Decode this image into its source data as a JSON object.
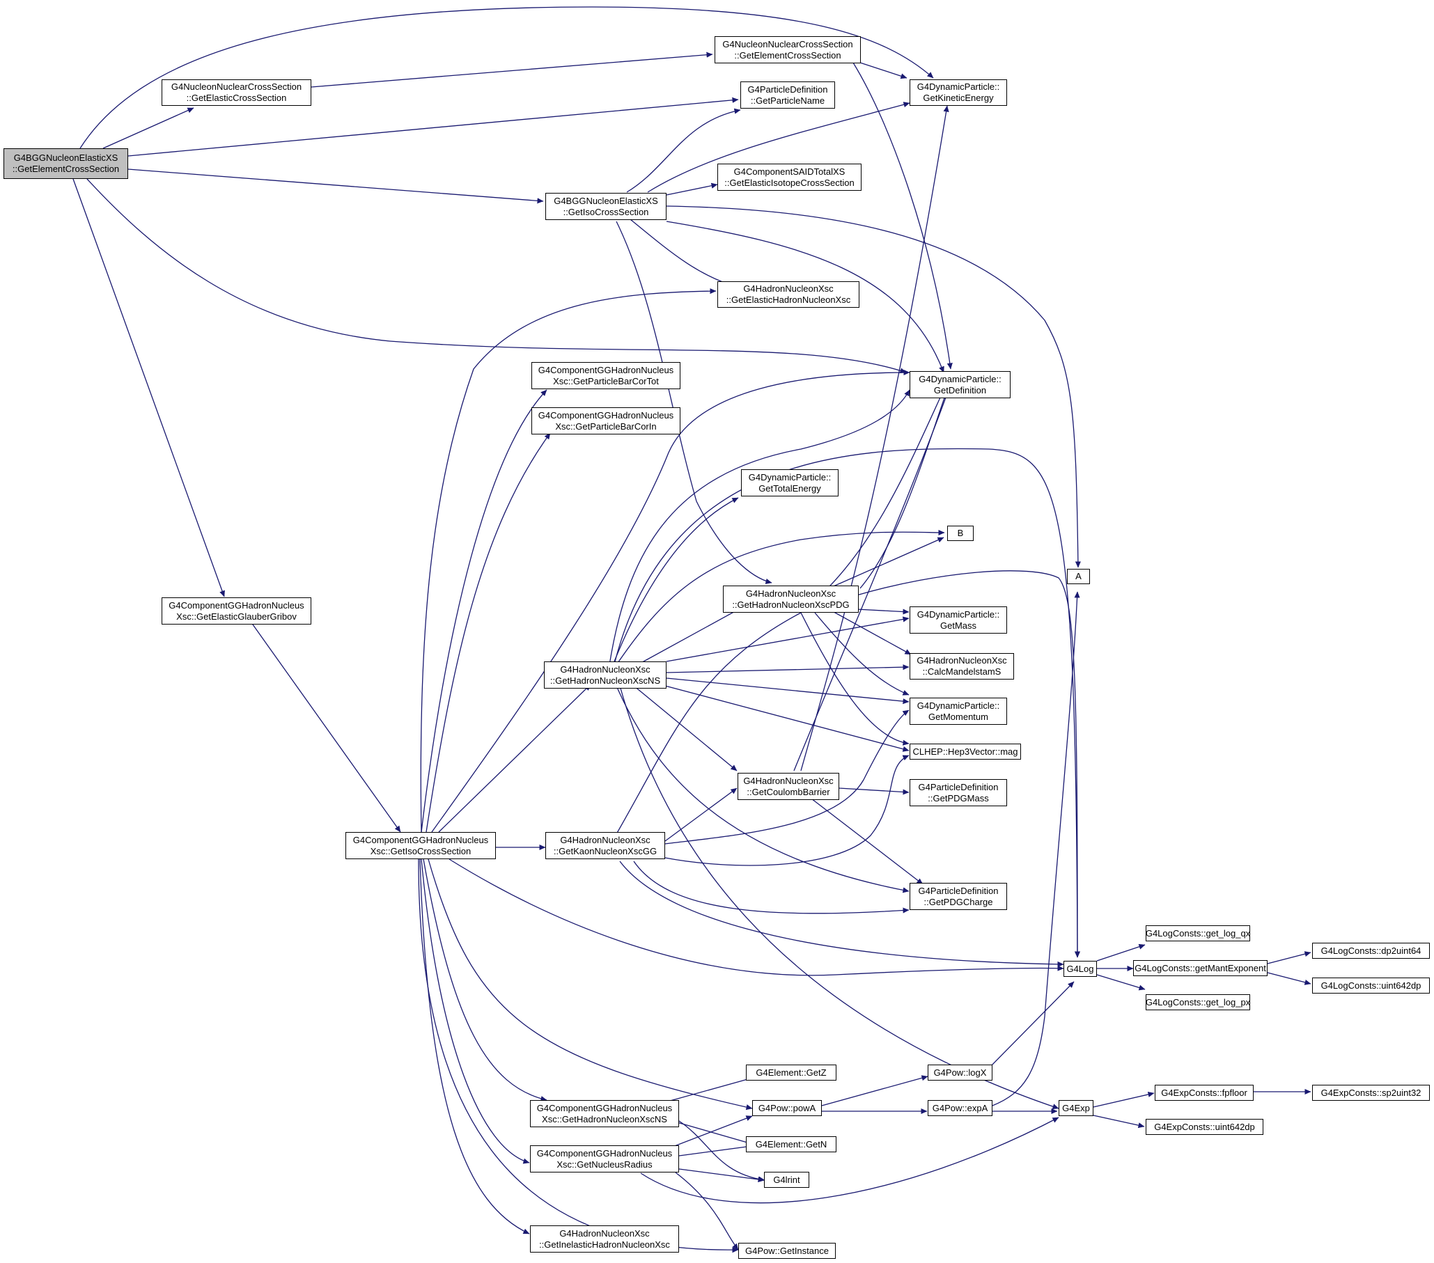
{
  "graph": {
    "colors": {
      "edge": "#191970",
      "node_border": "#000000",
      "root_fill": "#bfbfbf",
      "node_fill": "#ffffff"
    },
    "nodes": {
      "root": [
        "G4BGGNucleonElasticXS",
        "::GetElementCrossSection"
      ],
      "nnElastic": [
        "G4NucleonNuclearCrossSection",
        "::GetElasticCrossSection"
      ],
      "nnElement": [
        "G4NucleonNuclearCrossSection",
        "::GetElementCrossSection"
      ],
      "pdName": [
        "G4ParticleDefinition",
        "::GetParticleName"
      ],
      "dpKin": [
        "G4DynamicParticle::",
        "GetKineticEnergy"
      ],
      "saidIso": [
        "G4ComponentSAIDTotalXS",
        "::GetElasticIsotopeCrossSection"
      ],
      "bggIso": [
        "G4BGGNucleonElasticXS",
        "::GetIsoCrossSection"
      ],
      "hnElasticXsc": [
        "G4HadronNucleonXsc",
        "::GetElasticHadronNucleonXsc"
      ],
      "barCorTot": [
        "G4ComponentGGHadronNucleus",
        "Xsc::GetParticleBarCorTot"
      ],
      "dpDef": [
        "G4DynamicParticle::",
        "GetDefinition"
      ],
      "barCorIn": [
        "G4ComponentGGHadronNucleus",
        "Xsc::GetParticleBarCorIn"
      ],
      "dpTotal": [
        "G4DynamicParticle::",
        "GetTotalEnergy"
      ],
      "B": [
        "B"
      ],
      "A": [
        "A"
      ],
      "glauber": [
        "G4ComponentGGHadronNucleus",
        "Xsc::GetElasticGlauberGribov"
      ],
      "hnPDG": [
        "G4HadronNucleonXsc",
        "::GetHadronNucleonXscPDG"
      ],
      "dpMass": [
        "G4DynamicParticle::",
        "GetMass"
      ],
      "hnNS": [
        "G4HadronNucleonXsc",
        "::GetHadronNucleonXscNS"
      ],
      "mandel": [
        "G4HadronNucleonXsc",
        "::CalcMandelstamS"
      ],
      "dpMom": [
        "G4DynamicParticle::",
        "GetMomentum"
      ],
      "hep3": [
        "CLHEP::Hep3Vector::mag"
      ],
      "coulomb": [
        "G4HadronNucleonXsc",
        "::GetCoulombBarrier"
      ],
      "pdMass": [
        "G4ParticleDefinition",
        "::GetPDGMass"
      ],
      "ggIso": [
        "G4ComponentGGHadronNucleus",
        "Xsc::GetIsoCrossSection"
      ],
      "kaon": [
        "G4HadronNucleonXsc",
        "::GetKaonNucleonXscGG"
      ],
      "pdCharge": [
        "G4ParticleDefinition",
        "::GetPDGCharge"
      ],
      "logQx": [
        "G4LogConsts::get_log_qx"
      ],
      "mant": [
        "G4LogConsts::getMantExponent"
      ],
      "dp2u": [
        "G4LogConsts::dp2uint64"
      ],
      "g4log": [
        "G4Log"
      ],
      "u2dp": [
        "G4LogConsts::uint642dp"
      ],
      "logPx": [
        "G4LogConsts::get_log_px"
      ],
      "getZ": [
        "G4Element::GetZ"
      ],
      "logX": [
        "G4Pow::logX"
      ],
      "fpfloor": [
        "G4ExpConsts::fpfloor"
      ],
      "sp2u": [
        "G4ExpConsts::sp2uint32"
      ],
      "ggNS": [
        "G4ComponentGGHadronNucleus",
        "Xsc::GetHadronNucleonXscNS"
      ],
      "powA": [
        "G4Pow::powA"
      ],
      "expA": [
        "G4Pow::expA"
      ],
      "g4exp": [
        "G4Exp"
      ],
      "expU2dp": [
        "G4ExpConsts::uint642dp"
      ],
      "getN": [
        "G4Element::GetN"
      ],
      "radius": [
        "G4ComponentGGHadronNucleus",
        "Xsc::GetNucleusRadius"
      ],
      "lrint": [
        "G4lrint"
      ],
      "inel": [
        "G4HadronNucleonXsc",
        "::GetInelasticHadronNucleonXsc"
      ],
      "instance": [
        "G4Pow::GetInstance"
      ]
    }
  }
}
